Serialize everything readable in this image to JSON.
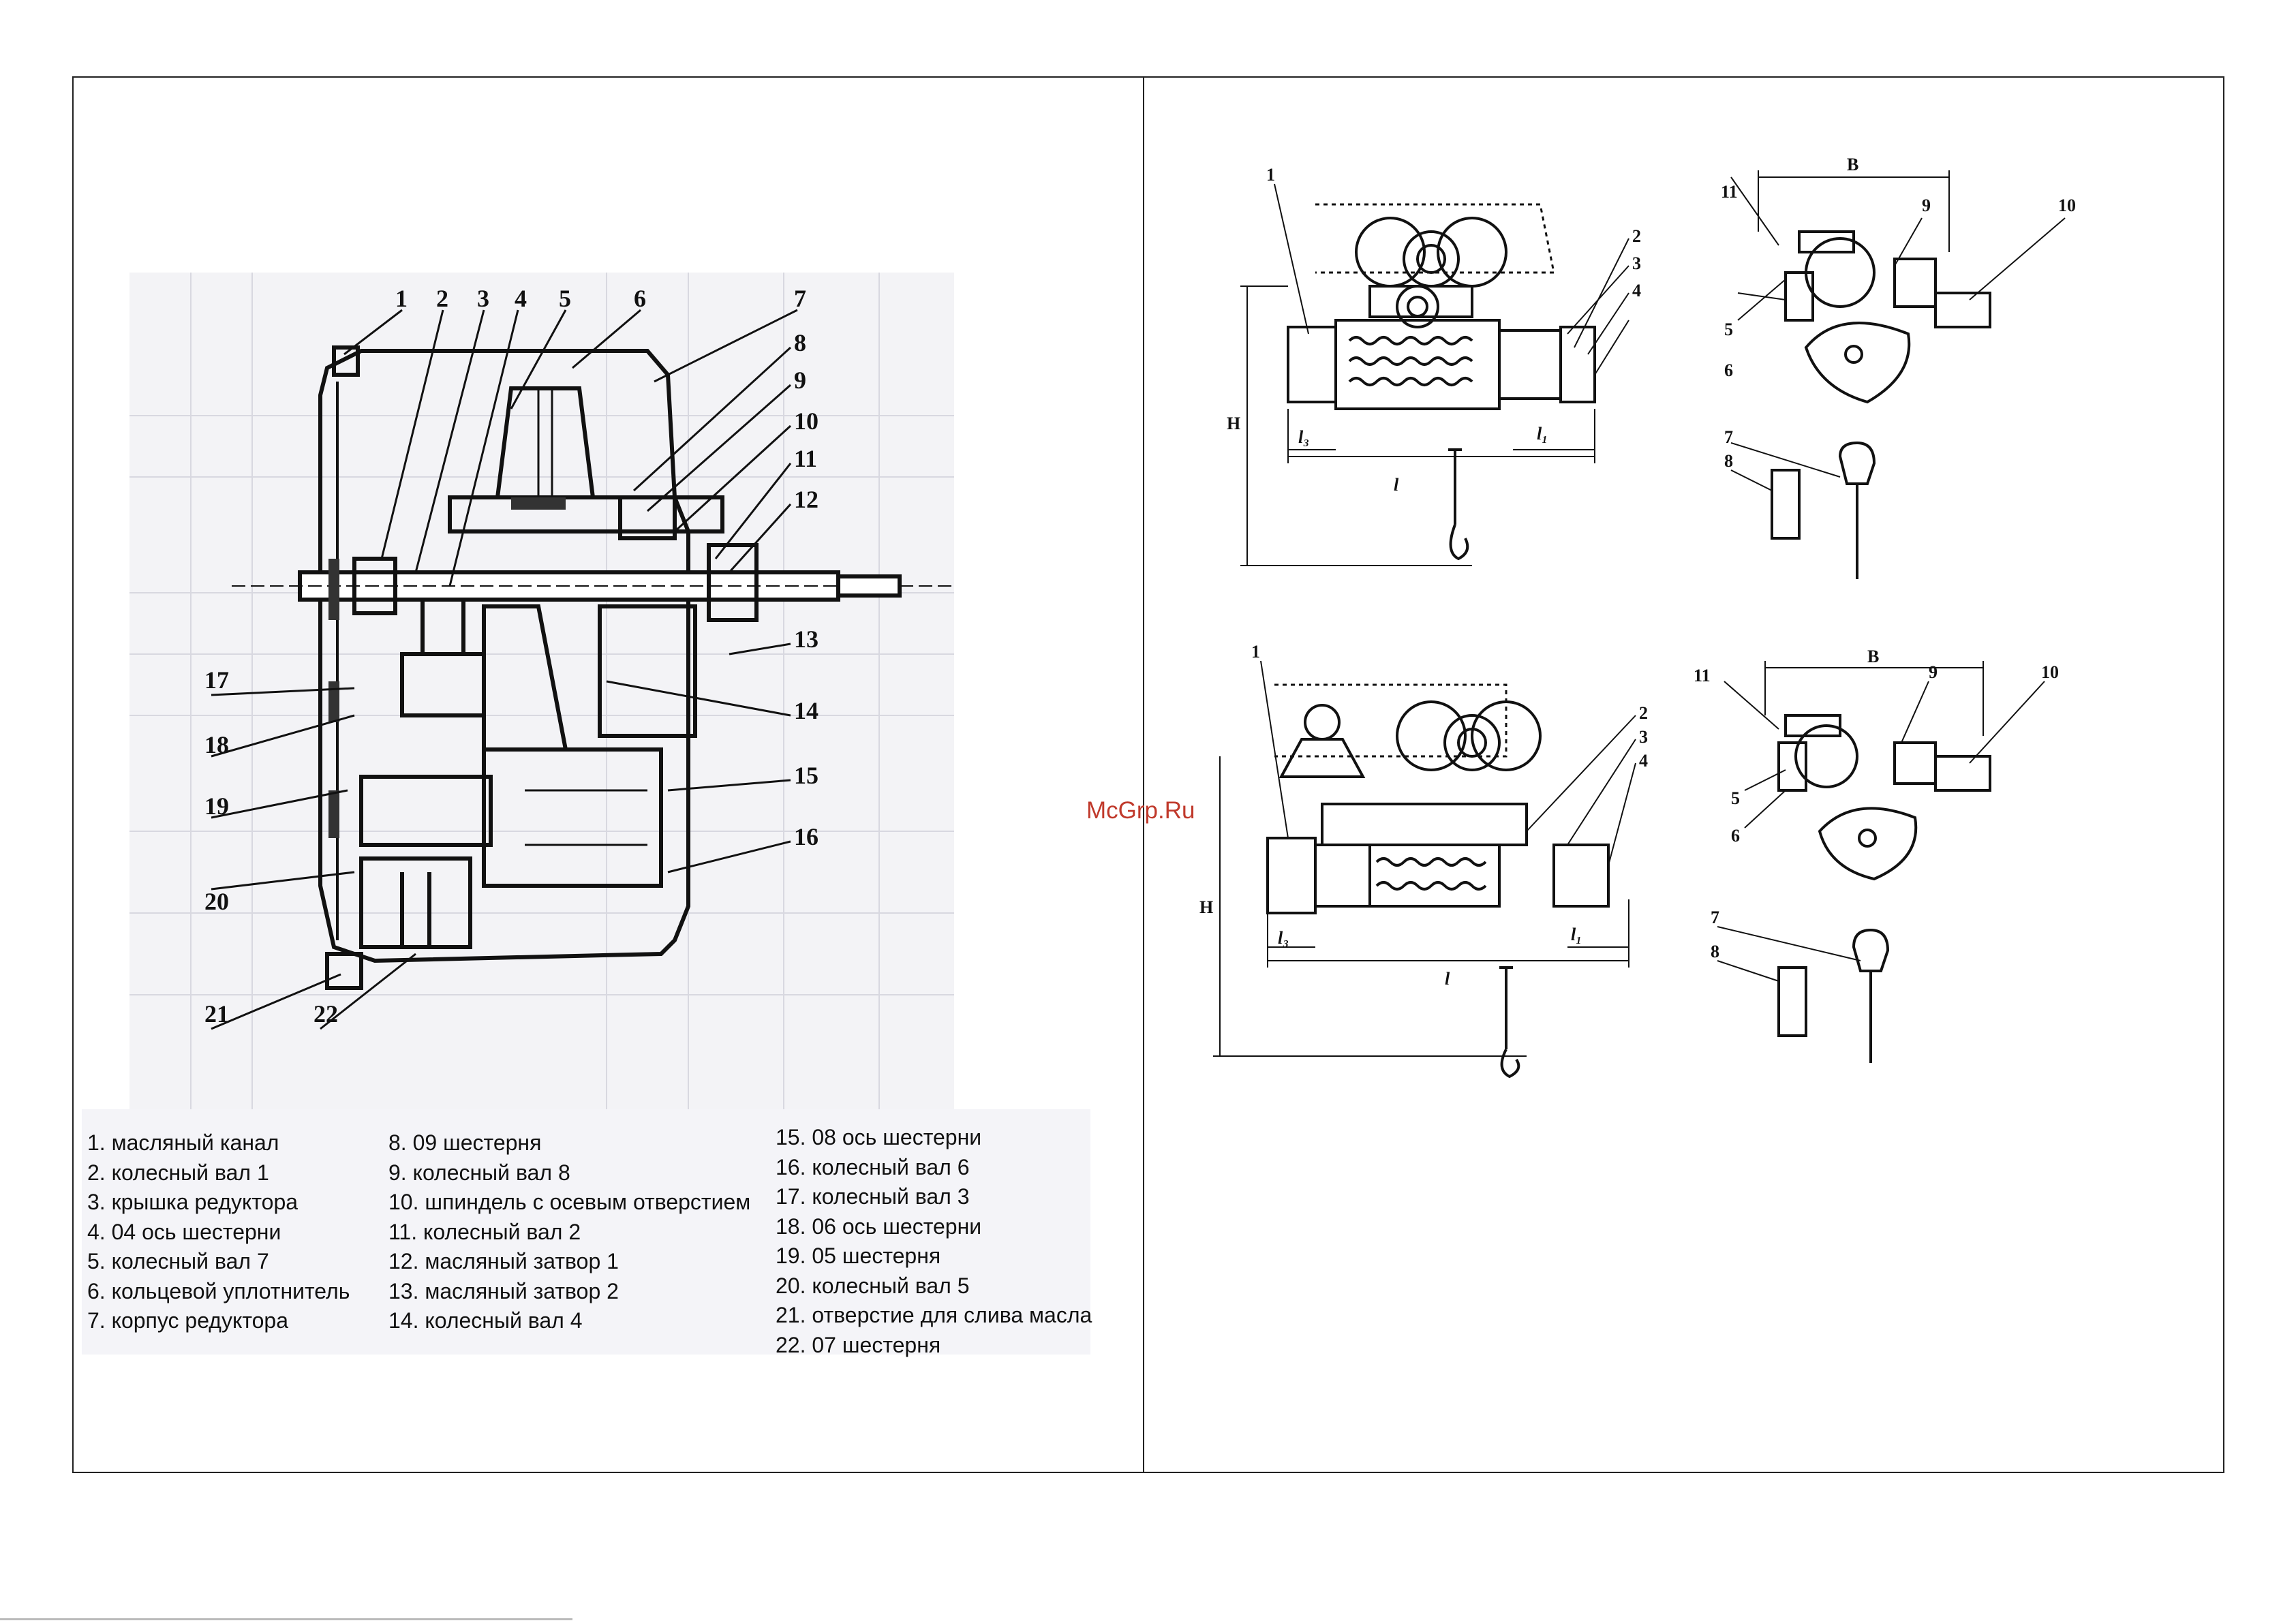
{
  "watermark": "McGrp.Ru",
  "gearbox": {
    "callouts": [
      "1",
      "2",
      "3",
      "4",
      "5",
      "6",
      "7",
      "8",
      "9",
      "10",
      "11",
      "12",
      "13",
      "14",
      "15",
      "16",
      "17",
      "18",
      "19",
      "20",
      "21",
      "22"
    ]
  },
  "legend": {
    "col1": [
      "1. масляный канал",
      "2. колесный вал 1",
      "3. крышка редуктора",
      "4. 04 ось шестерни",
      "5. колесный вал 7",
      "6. кольцевой уплотнитель",
      "7. корпус редуктора"
    ],
    "col2": [
      "8. 09 шестерня",
      "9. колесный вал 8",
      "10. шпиндель с осевым отверстием",
      "11. колесный вал 2",
      "12. масляный затвор 1",
      "13. масляный затвор 2",
      "14. колесный вал 4"
    ],
    "col3": [
      "15. 08 ось шестерни",
      "16. колесный вал 6",
      "17. колесный вал 3",
      "18. 06 ось шестерни",
      "19. 05 шестерня",
      "20. колесный вал 5",
      "21. отверстие для слива масла",
      "22. 07 шестерня"
    ]
  },
  "hoist_top": {
    "callouts": [
      "1",
      "2",
      "3",
      "4",
      "5",
      "6",
      "7",
      "8",
      "9",
      "10",
      "11"
    ],
    "dims": {
      "B": "B",
      "H": "H",
      "l": "l",
      "l1": "l₁",
      "l3": "l₃"
    }
  },
  "hoist_bottom": {
    "callouts": [
      "1",
      "2",
      "3",
      "4",
      "5",
      "6",
      "7",
      "8",
      "9",
      "10",
      "11"
    ],
    "dims": {
      "B": "B",
      "H": "H",
      "l": "l",
      "l1": "l₁",
      "l3": "l₃"
    }
  }
}
